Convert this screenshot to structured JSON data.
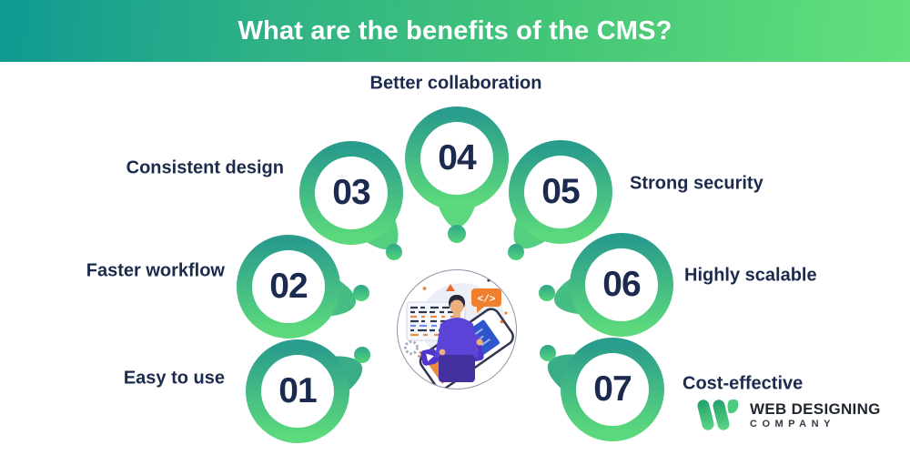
{
  "header": {
    "title": "What are the benefits of the CMS?"
  },
  "benefits": [
    {
      "number": "01",
      "label": "Easy to use"
    },
    {
      "number": "02",
      "label": "Faster workflow"
    },
    {
      "number": "03",
      "label": "Consistent design"
    },
    {
      "number": "04",
      "label": "Better collaboration"
    },
    {
      "number": "05",
      "label": "Strong security"
    },
    {
      "number": "06",
      "label": "Highly scalable"
    },
    {
      "number": "07",
      "label": "Cost-effective"
    }
  ],
  "center_illustration": {
    "description": "Developer pointing at a tilted tablet with a code window, code speech bubble and gears",
    "code_bubble_text": "</>"
  },
  "logo": {
    "name": "WEB DESIGNING",
    "subname": "COMPANY"
  },
  "palette": {
    "header_gradient_start": "#0f9a92",
    "header_gradient_end": "#63e07d",
    "pin_gradient_top": "#2a9c8c",
    "pin_gradient_bottom": "#5cd97c",
    "text_navy": "#1c2b4d",
    "accent_orange": "#f0802e",
    "illustration_purple": "#5b43d8"
  }
}
